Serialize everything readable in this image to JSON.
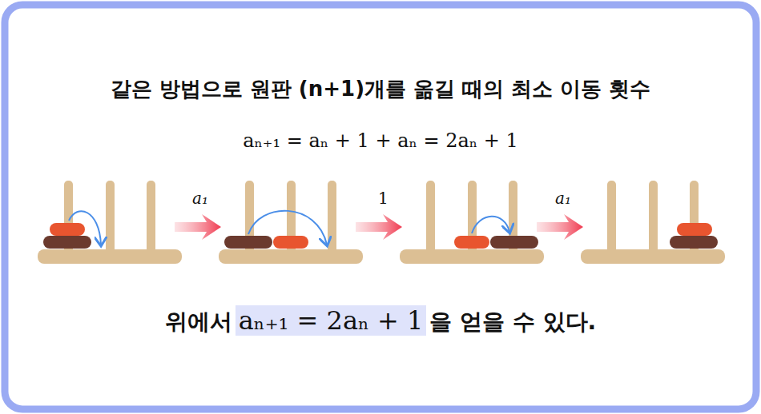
{
  "diagram": {
    "title": "같은 방법으로 원판 (n+1)개를 옮길 때의 최소 이동 횟수",
    "labels": [
      "aₙ₊₁ = aₙ + 1 + aₙ = 2aₙ + 1",
      "a₁",
      "1",
      "a₁",
      "위에서",
      "aₙ₊₁ = 2aₙ + 1",
      "을 얻을 수 있다."
    ]
  }
}
